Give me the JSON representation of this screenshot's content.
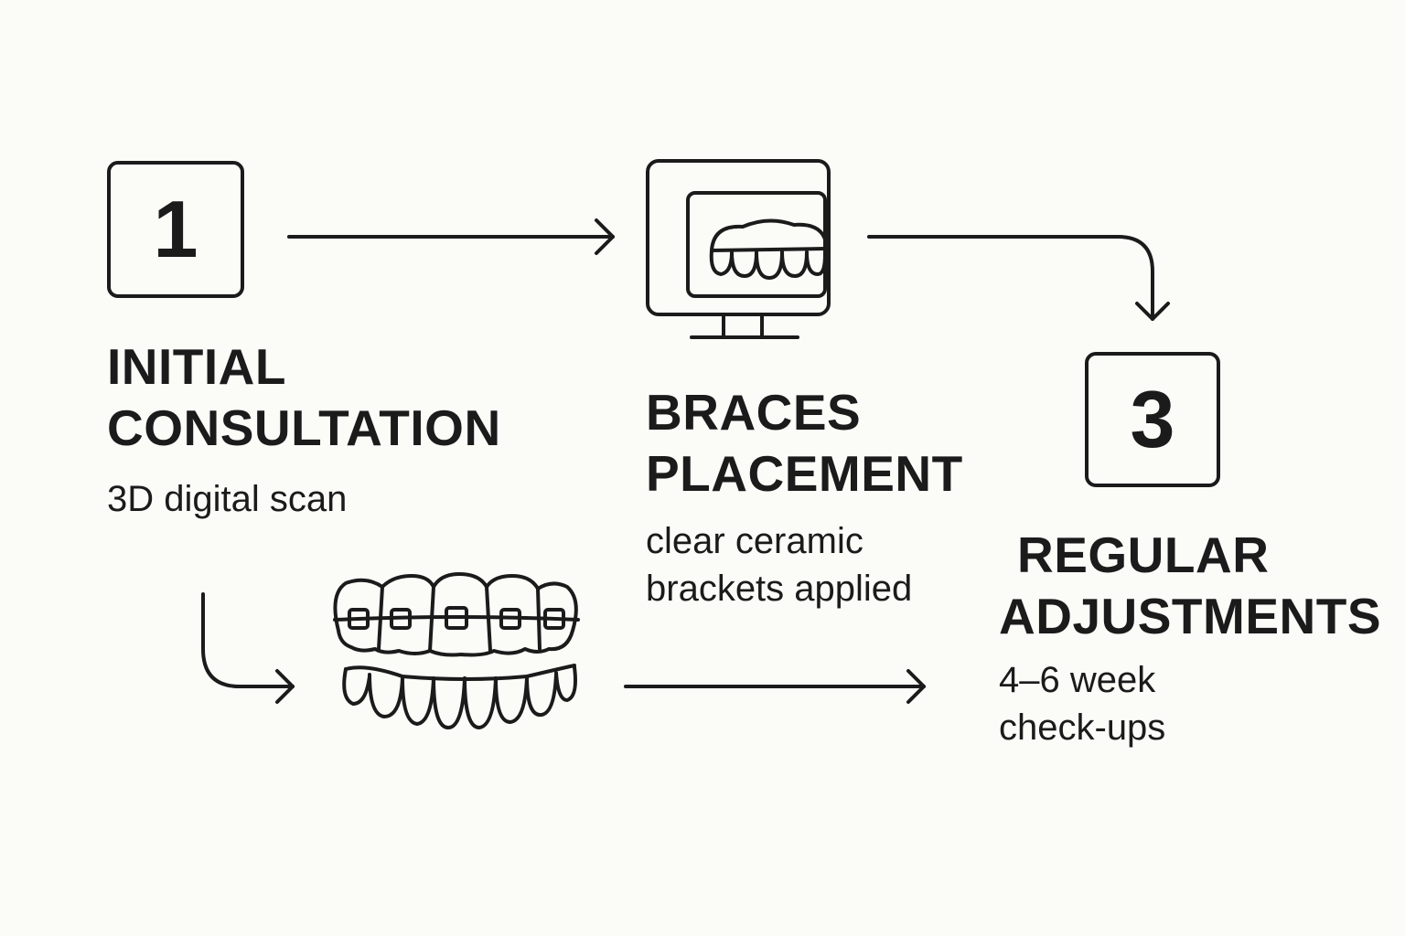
{
  "colors": {
    "background": "#fbfbf8",
    "ink": "#1b1b1b"
  },
  "steps": [
    {
      "number": "1",
      "title_lines": [
        "INITIAL",
        "CONSULTATION"
      ],
      "desc_lines": [
        "3D digital scan"
      ]
    },
    {
      "icon": "monitor-with-teeth-scan-icon",
      "title_lines": [
        "BRACES",
        "PLACEMENT"
      ],
      "desc_lines": [
        "clear ceramic",
        "brackets applied"
      ]
    },
    {
      "number": "3",
      "title_lines": [
        "REGULAR",
        "ADJUSTMENTS"
      ],
      "desc_lines": [
        "4–6 week",
        "check-ups"
      ]
    }
  ],
  "illustrations": {
    "braces": "teeth-with-braces-icon"
  }
}
